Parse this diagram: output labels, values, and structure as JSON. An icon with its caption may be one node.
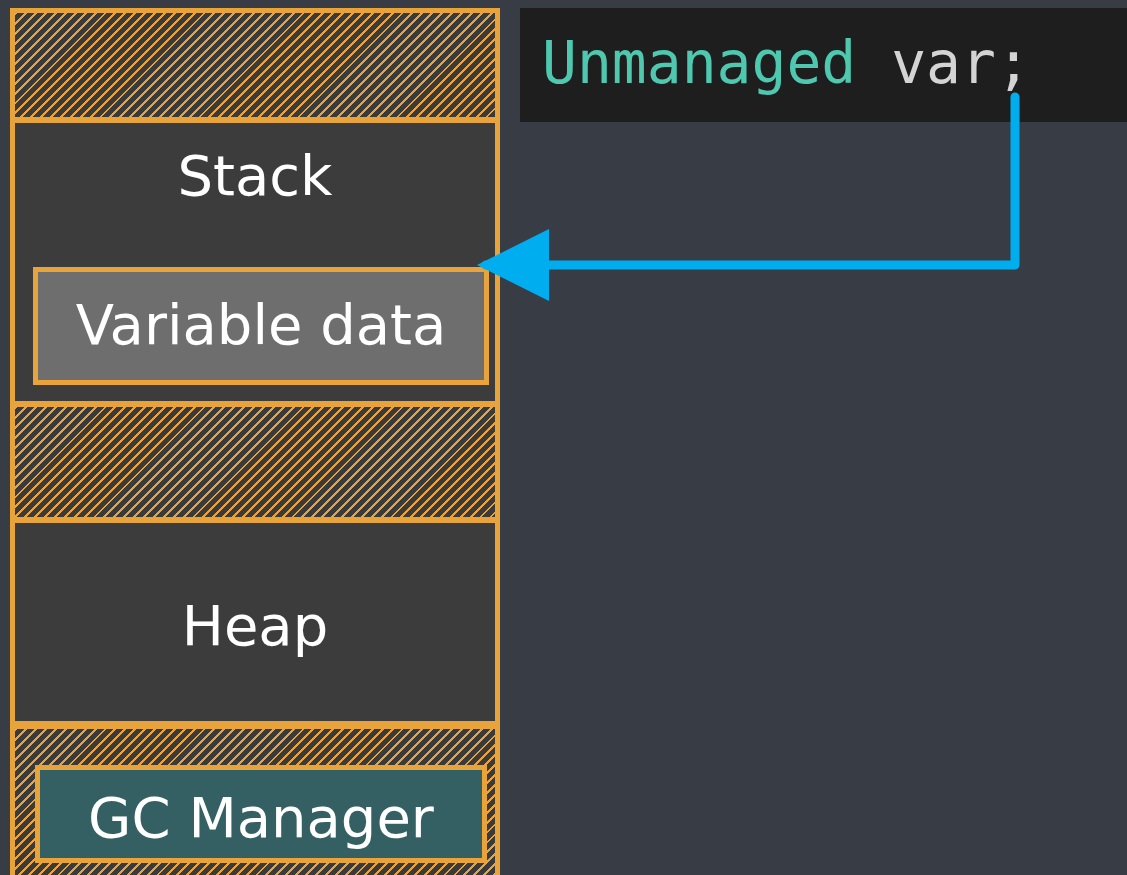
{
  "diagram": {
    "nodes": [
      {
        "text": [],
        "shape": "bar"
      },
      {
        "text": [
          "Stack"
        ]
      },
      {
        "text": [
          "Variable data"
        ],
        "in": 1
      },
      {
        "text": [],
        "shape": "bar"
      },
      {
        "text": [
          "Heap"
        ]
      },
      {
        "text": [],
        "shape": "bar"
      },
      {
        "text": [
          "GC Manager"
        ],
        "in": 5
      },
      {
        "text": [
          "Unmanaged var;"
        ]
      }
    ],
    "edges": [
      {
        "from": 7,
        "to": 2,
        "arrow": "to"
      }
    ]
  }
}
